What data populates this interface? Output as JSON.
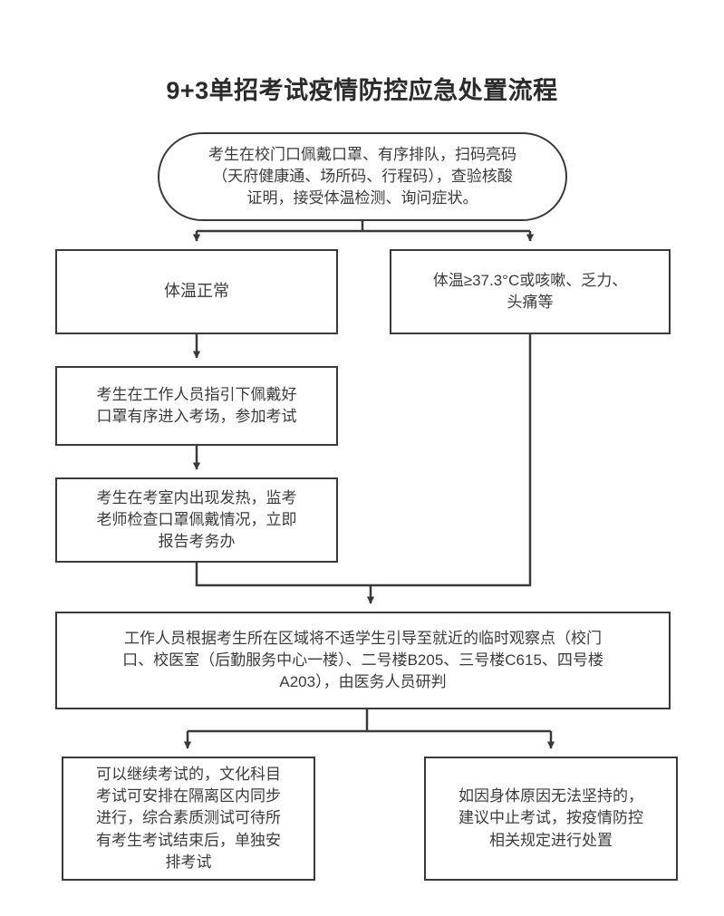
{
  "page": {
    "title": "9+3单招考试疫情防控应急处置流程",
    "background_color": "#ffffff",
    "line_color": "#3a3a3a",
    "text_color": "#3c3c3c"
  },
  "chart_data": {
    "type": "diagram",
    "diagram_type": "flowchart",
    "title": "9+3单招考试疫情防控应急处置流程",
    "orientation": "top-to-bottom",
    "nodes": [
      {
        "id": "start",
        "shape": "stadium",
        "text": "考生在校门口佩戴口罩、有序排队，扫码亮码\n（天府健康通、场所码、行程码），查验核酸\n证明，接受体温检测、询问症状。"
      },
      {
        "id": "normal-temp",
        "shape": "rectangle",
        "text": "体温正常"
      },
      {
        "id": "fever",
        "shape": "rectangle",
        "text": "体温≥37.3°C或咳嗽、乏力、\n头痛等"
      },
      {
        "id": "enter-exam",
        "shape": "rectangle",
        "text": "考生在工作人员指引下佩戴好\n口罩有序进入考场，参加考试"
      },
      {
        "id": "report",
        "shape": "rectangle",
        "text": "考生在考室内出现发热，监考\n老师检查口罩佩戴情况，立即\n报告考务办"
      },
      {
        "id": "observation",
        "shape": "rectangle",
        "text": "工作人员根据考生所在区域将不适学生引导至就近的临时观察点（校门\n口、校医室（后勤服务中心一楼）、二号楼B205、三号楼C615、四号楼\nA203），由医务人员研判"
      },
      {
        "id": "continue",
        "shape": "rectangle",
        "text": "可以继续考试的，文化科目\n考试可安排在隔离区内同步\n进行，综合素质测试可待所\n有考生考试结束后，单独安\n排考试"
      },
      {
        "id": "stop",
        "shape": "rectangle",
        "text": "如因身体原因无法坚持的，\n建议中止考试，按疫情防控\n相关规定进行处置"
      }
    ],
    "edges": [
      {
        "from": "start",
        "to": "normal-temp",
        "style": "elbow-split",
        "arrow": true
      },
      {
        "from": "start",
        "to": "fever",
        "style": "elbow-split",
        "arrow": true
      },
      {
        "from": "normal-temp",
        "to": "enter-exam",
        "style": "straight",
        "arrow": true
      },
      {
        "from": "enter-exam",
        "to": "report",
        "style": "straight",
        "arrow": true
      },
      {
        "from": "report",
        "to": "observation",
        "style": "elbow-merge",
        "arrow": true
      },
      {
        "from": "fever",
        "to": "observation",
        "style": "elbow-merge",
        "arrow": true
      },
      {
        "from": "observation",
        "to": "continue",
        "style": "elbow-split",
        "arrow": true
      },
      {
        "from": "observation",
        "to": "stop",
        "style": "elbow-split",
        "arrow": true
      }
    ]
  }
}
